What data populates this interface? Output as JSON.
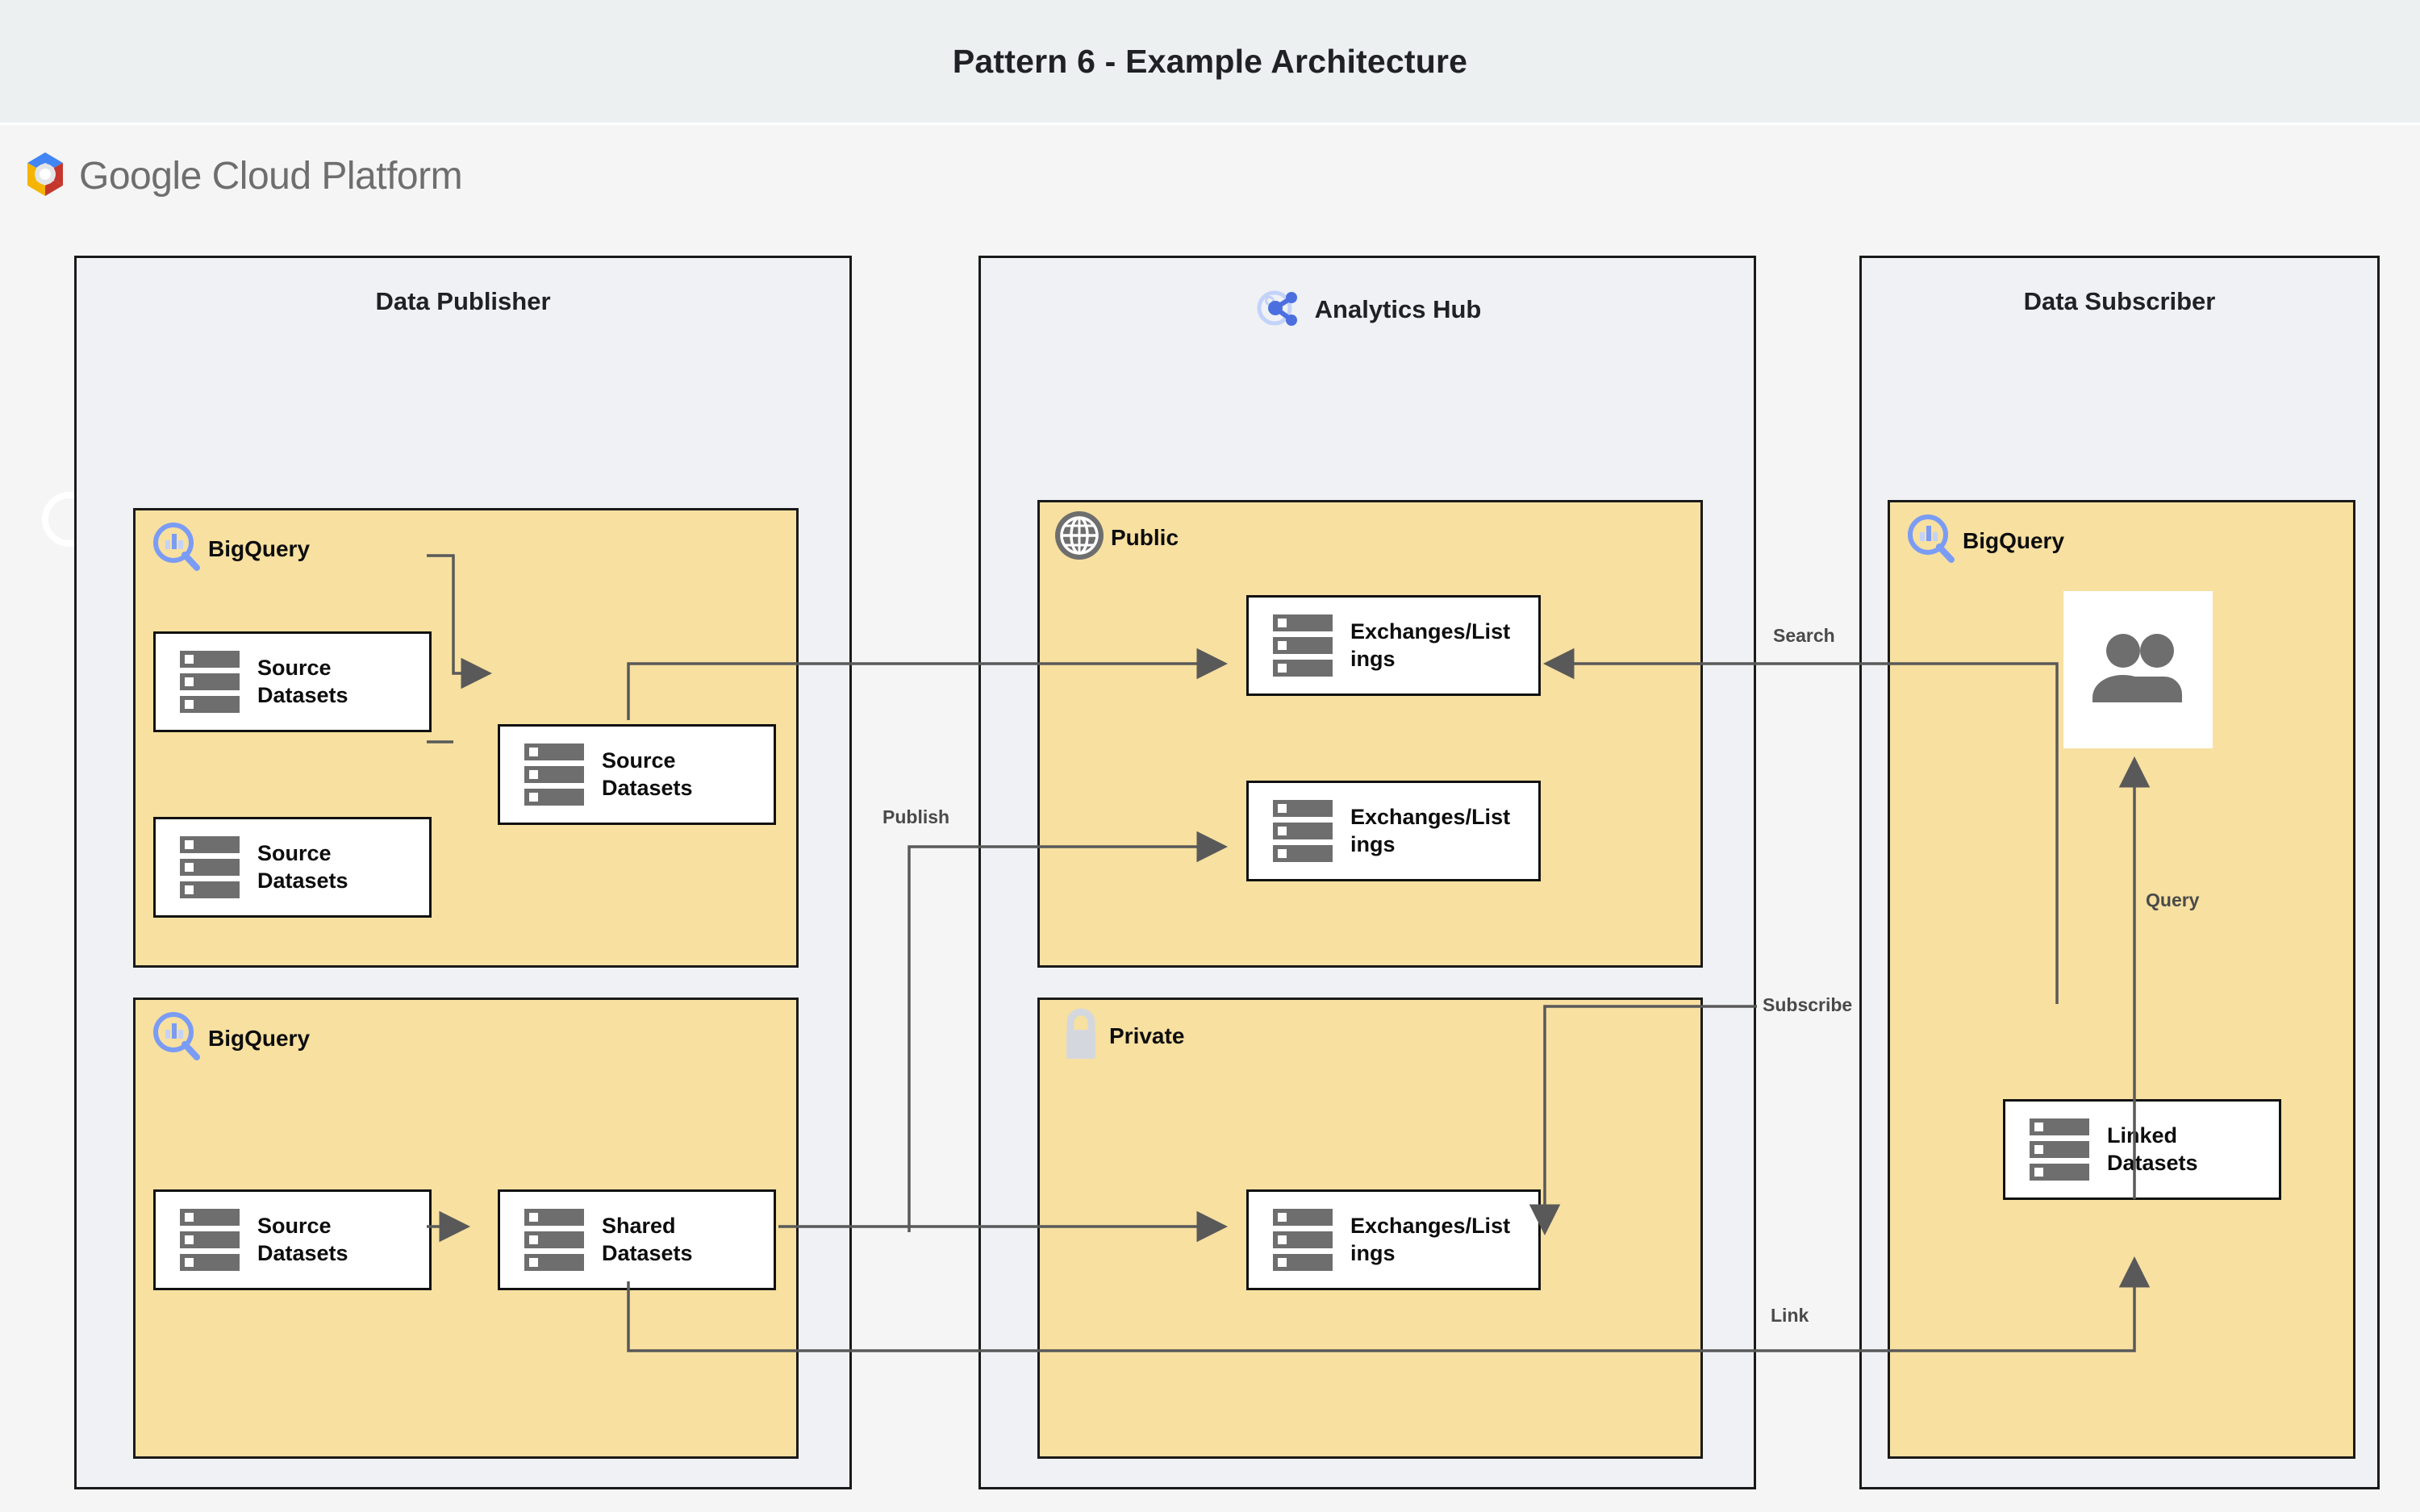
{
  "title": "Pattern 6 - Example Architecture",
  "brand": {
    "name_bold": "Google",
    "name_rest": "Cloud Platform",
    "logo_icon": "gcp-hexagon-logo"
  },
  "zones": [
    {
      "id": "publisher",
      "title": "Data Publisher",
      "icon": null
    },
    {
      "id": "hub",
      "title": "Analytics Hub",
      "icon": "analytics-hub-share-icon"
    },
    {
      "id": "subscriber",
      "title": "Data Subscriber",
      "icon": null
    }
  ],
  "groups": [
    {
      "id": "pub-bq-top",
      "label": "BigQuery",
      "icon": "bigquery-icon"
    },
    {
      "id": "pub-bq-bottom",
      "label": "BigQuery",
      "icon": "bigquery-icon"
    },
    {
      "id": "hub-public",
      "label": "Public",
      "icon": "globe-icon"
    },
    {
      "id": "hub-private",
      "label": "Private",
      "icon": "lock-icon"
    },
    {
      "id": "sub-bq",
      "label": "BigQuery",
      "icon": "bigquery-icon"
    }
  ],
  "nodes": [
    {
      "id": "src-1",
      "label": "Source Datasets",
      "icon": "datasets-icon"
    },
    {
      "id": "src-2",
      "label": "Source Datasets",
      "icon": "datasets-icon"
    },
    {
      "id": "src-3",
      "label": "Source Datasets",
      "icon": "datasets-icon"
    },
    {
      "id": "src-4",
      "label": "Source Datasets",
      "icon": "datasets-icon"
    },
    {
      "id": "shared",
      "label": "Shared Datasets",
      "icon": "datasets-icon"
    },
    {
      "id": "listing-pub1",
      "label": "Exchanges/Listings",
      "icon": "datasets-icon"
    },
    {
      "id": "listing-pub2",
      "label": "Exchanges/Listings",
      "icon": "datasets-icon"
    },
    {
      "id": "listing-priv",
      "label": "Exchanges/Listings",
      "icon": "datasets-icon"
    },
    {
      "id": "linked",
      "label": "Linked Datasets",
      "icon": "datasets-icon"
    },
    {
      "id": "users",
      "label": "",
      "icon": "users-icon"
    }
  ],
  "edge_labels": [
    {
      "id": "search",
      "text": "Search"
    },
    {
      "id": "publish",
      "text": "Publish"
    },
    {
      "id": "subscribe",
      "text": "Subscribe"
    },
    {
      "id": "query",
      "text": "Query"
    },
    {
      "id": "link",
      "text": "Link"
    }
  ],
  "colors": {
    "title_band": "#ECF0F1",
    "canvas": "#F5F5F5",
    "zone_fill": "#EFF1F4",
    "group_fill": "#F7E0A0",
    "node_fill": "#FFFFFF",
    "stroke": "#1a1a1a",
    "wire": "#595959",
    "icon_gray": "#6E6E6E",
    "bigquery_blue": "#7B9CF4",
    "hub_blue": "#4C6FE0"
  }
}
